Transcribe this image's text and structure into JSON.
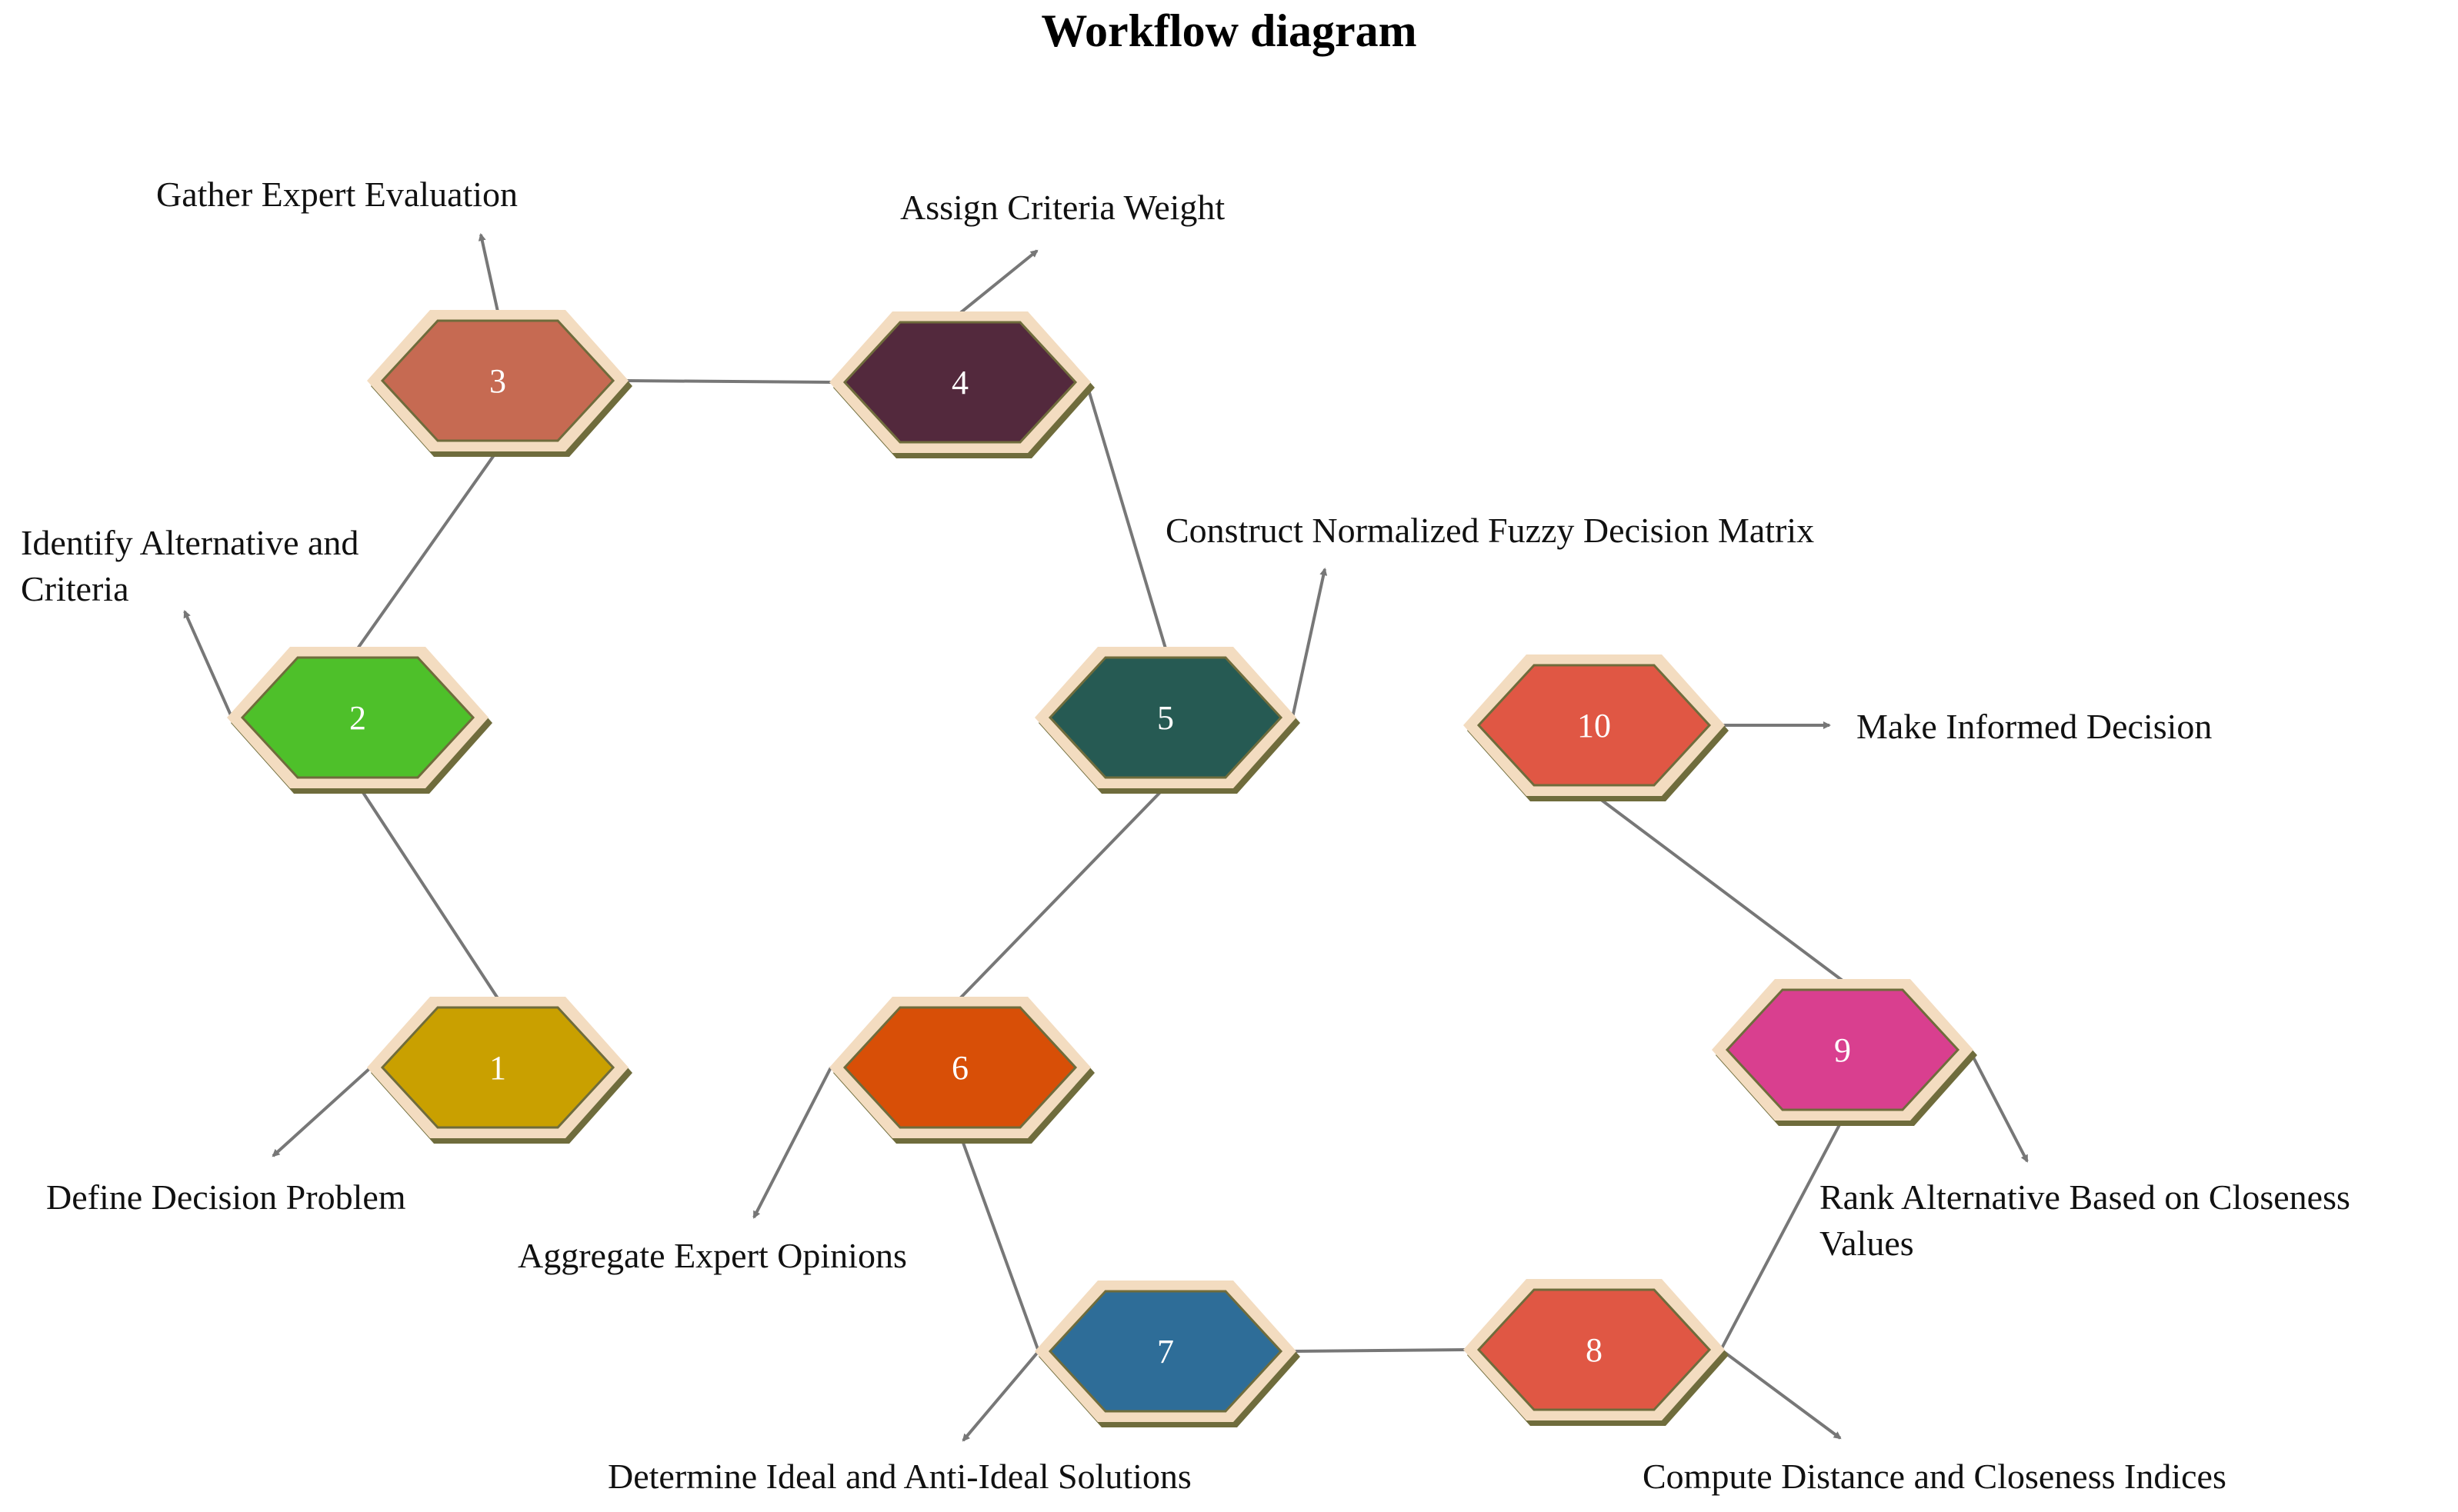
{
  "title": "Workflow diagram",
  "steps": [
    {
      "number": "1",
      "label": "Define Decision Problem",
      "color": "#c9a000"
    },
    {
      "number": "2",
      "label_lines": [
        "Identify Alternative and",
        "Criteria"
      ],
      "color": "#4ec02a"
    },
    {
      "number": "3",
      "label": "Gather Expert Evaluation",
      "color": "#c66a52"
    },
    {
      "number": "4",
      "label": "Assign Criteria Weight",
      "color": "#53293d"
    },
    {
      "number": "5",
      "label": "Construct Normalized Fuzzy Decision Matrix",
      "color": "#265a53"
    },
    {
      "number": "6",
      "label": "Aggregate Expert Opinions",
      "color": "#d84f07"
    },
    {
      "number": "7",
      "label": "Determine Ideal and Anti-Ideal Solutions",
      "color": "#2e6d98"
    },
    {
      "number": "8",
      "label": "Compute Distance and Closeness Indices",
      "color": "#e05744"
    },
    {
      "number": "9",
      "label_lines": [
        "Rank Alternative Based on Closeness",
        "Values"
      ],
      "color": "#d93f8f"
    },
    {
      "number": "10",
      "label": "Make Informed Decision",
      "color": "#e05744"
    }
  ],
  "colors": {
    "rim_light": "#f3dcc0",
    "rim_dark": "#6f6c3c",
    "connector": "#777777"
  }
}
